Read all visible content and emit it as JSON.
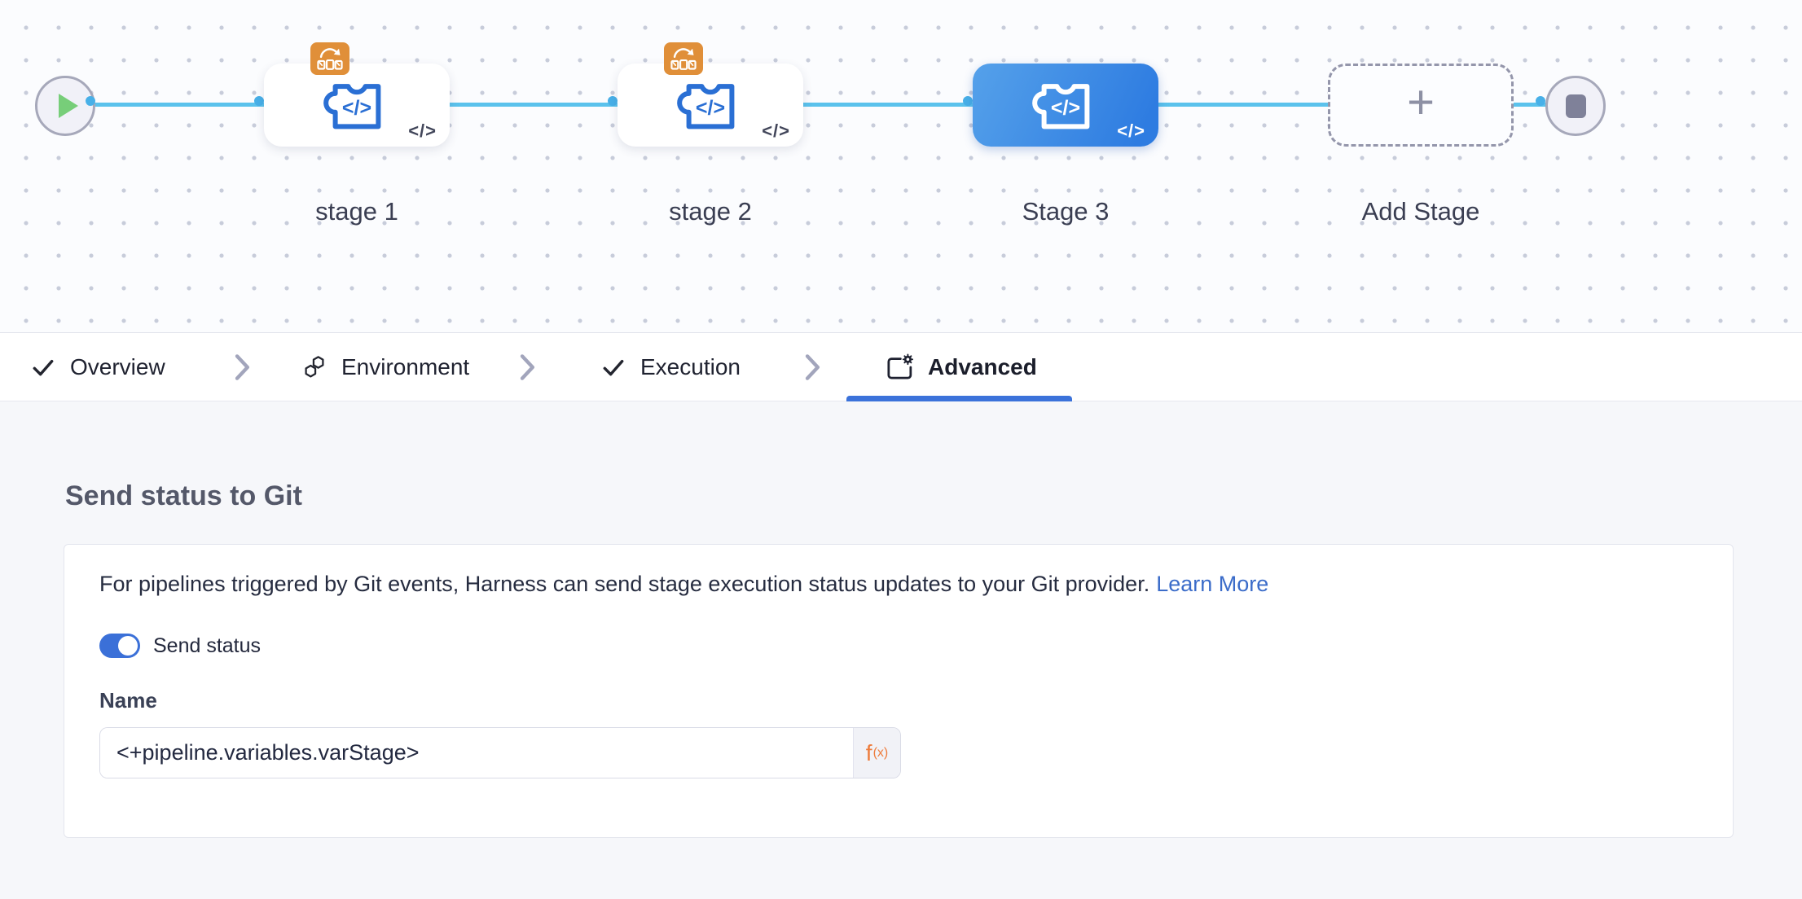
{
  "pipeline": {
    "stages": [
      {
        "label": "stage 1",
        "selected": false,
        "looping_badge": true
      },
      {
        "label": "stage 2",
        "selected": false,
        "looping_badge": true
      },
      {
        "label": "Stage 3",
        "selected": true,
        "looping_badge": false
      },
      {
        "label": "Add Stage",
        "type": "add-stage"
      }
    ],
    "stage_icon_glyph": "</>",
    "corner_glyph": "</>"
  },
  "tabs": {
    "items": [
      {
        "label": "Overview",
        "state": "completed"
      },
      {
        "label": "Environment",
        "state": "default"
      },
      {
        "label": "Execution",
        "state": "completed"
      },
      {
        "label": "Advanced",
        "state": "active"
      }
    ]
  },
  "panel": {
    "heading": "Send status to Git",
    "description": "For pipelines triggered by Git events, Harness can send stage execution status updates to your Git provider.",
    "learn_more_label": "Learn More",
    "toggle_label": "Send status",
    "toggle_on": true,
    "name_label": "Name",
    "name_value": "<+pipeline.variables.varStage>",
    "expression_f": "f",
    "expression_sub": "(x)"
  },
  "colors": {
    "connector_line": "#5bc2ec",
    "connector_ring": "#48b0e8",
    "selected_stage_gradient_start": "#55a1ea",
    "selected_stage_gradient_end": "#2e7ce1",
    "stage_icon_blue": "#2a6fd4",
    "looping_badge_orange": "#e08f39",
    "tab_underline_blue": "#3b72da",
    "toggle_blue": "#3b70d8",
    "link_blue": "#3b6cc9",
    "expression_orange": "#ee7c3c",
    "start_play_green": "#77ce79",
    "end_stop_slate": "#7f8199"
  }
}
